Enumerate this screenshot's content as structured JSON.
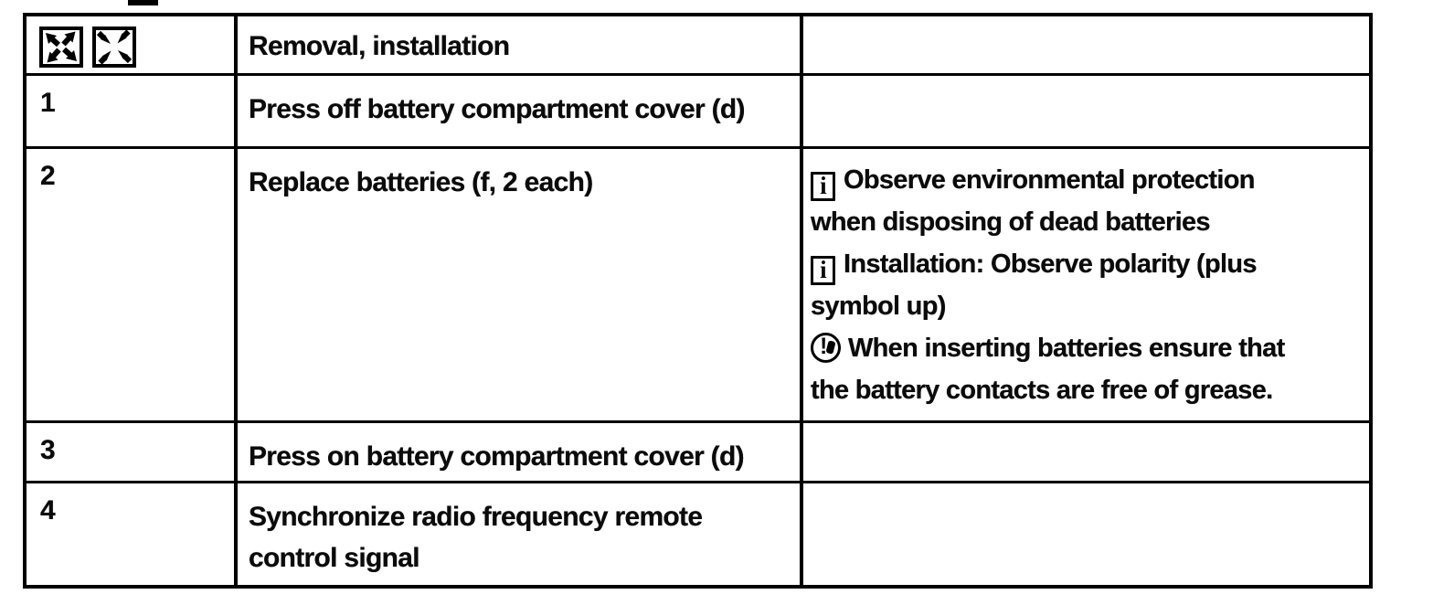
{
  "header": {
    "title": "Removal, installation",
    "icons": [
      "arrows-out-icon",
      "arrows-in-icon"
    ]
  },
  "rows": [
    {
      "num": "1",
      "task": "Press off battery compartment cover (d)",
      "notes": []
    },
    {
      "num": "2",
      "task": "Replace batteries (f, 2 each)",
      "notes": [
        {
          "icon": "info-icon",
          "bold": "",
          "text": "Observe environmental protection\nwhen disposing of dead batteries"
        },
        {
          "icon": "info-icon",
          "bold": "Installation:",
          "text": " Observe polarity (plus\nsymbol up)"
        },
        {
          "icon": "circled-exclamation-icon",
          "bold": "",
          "text": "When inserting batteries ensure that\nthe battery contacts are free of grease."
        }
      ]
    },
    {
      "num": "3",
      "task": "Press on battery compartment cover (d)",
      "notes": []
    },
    {
      "num": "4",
      "task": "Synchronize radio frequency remote\ncontrol signal",
      "notes": []
    }
  ],
  "icons": {
    "info_glyph": "i",
    "note_glyph": "!"
  },
  "colors": {
    "ink": "#000000",
    "paper": "#ffffff"
  }
}
